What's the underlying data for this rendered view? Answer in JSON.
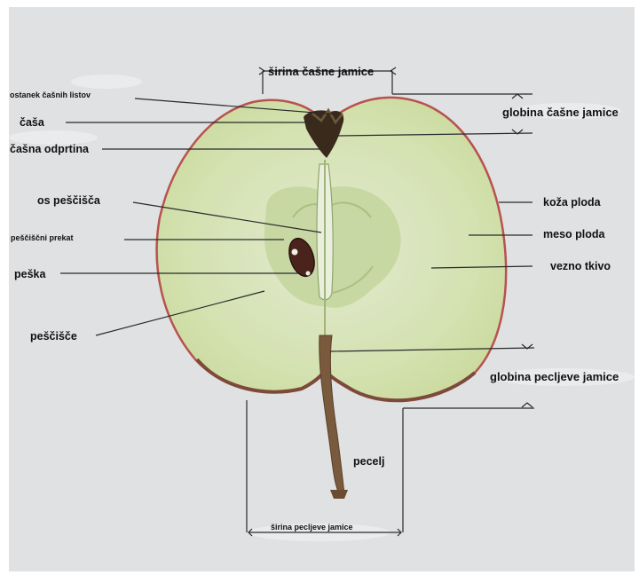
{
  "labels": {
    "sirina_casne_jamice": "širina čašne jamice",
    "ostanek_casnih_listov": "ostanek čašnih listov",
    "casa": "čaša",
    "casna_odprtina": "čašna odprtina",
    "globina_casne_jamice": "globina čašne jamice",
    "os_pescisca": "os peščišča",
    "koza_ploda": "koža ploda",
    "pescisni_prekat": "peščiščni prekat",
    "meso_ploda": "meso ploda",
    "peska": "peška",
    "vezno_tkivo": "vezno tkivo",
    "pescisce": "peščišče",
    "globina_pecljeve_jamice": "globina pecljeve jamice",
    "pecelj": "pecelj",
    "sirina_pecljeve_jamice": "širina pecljeve jamice"
  },
  "colors": {
    "background": "#dfe1e2",
    "flesh": "#d6e3b5",
    "skin": "#b8524f",
    "core": "#c3d59d",
    "seed": "#4a231c",
    "stem": "#7a5a3d",
    "line": "#2a2a2a"
  }
}
